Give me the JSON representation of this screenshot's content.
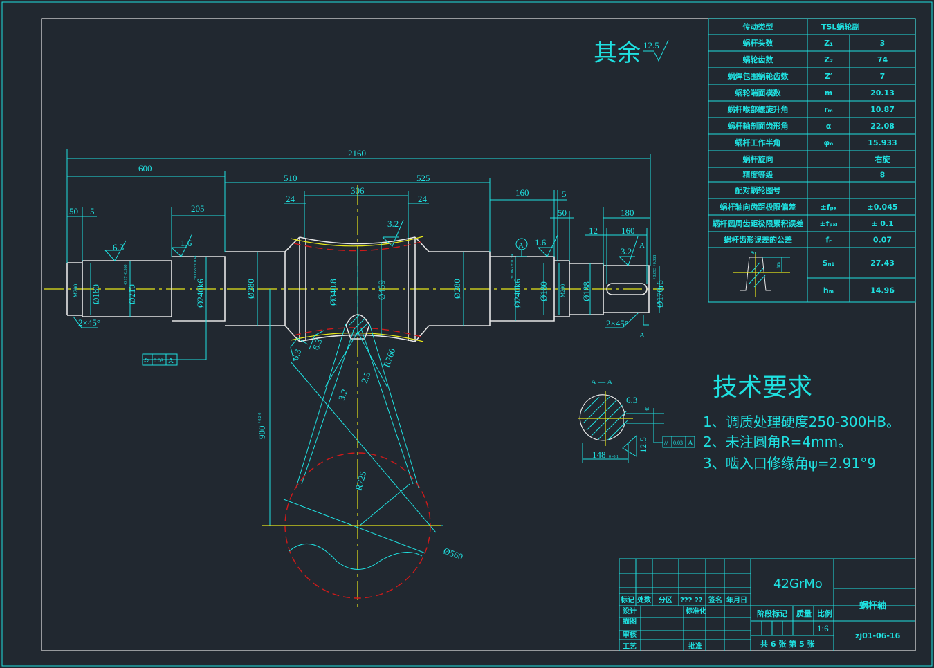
{
  "surface_note": {
    "label": "其余",
    "roughness": "12.5"
  },
  "param_table": {
    "rows": [
      {
        "name": "传动类型",
        "symbol": "",
        "value": "TSL蜗轮副"
      },
      {
        "name": "蜗杆头数",
        "symbol": "Z₁",
        "value": "3"
      },
      {
        "name": "蜗轮齿数",
        "symbol": "Z₂",
        "value": "74"
      },
      {
        "name": "蜗焊包围蜗轮齿数",
        "symbol": "Z′",
        "value": "7"
      },
      {
        "name": "蜗轮端面模数",
        "symbol": "m",
        "value": "20.13"
      },
      {
        "name": "蜗杆喉部螺旋升角",
        "symbol": "rₘ",
        "value": "10.87"
      },
      {
        "name": "蜗杆轴剖面齿形角",
        "symbol": "α",
        "value": "22.08"
      },
      {
        "name": "蜗杆工作半角",
        "symbol": "φₒ",
        "value": "15.933"
      },
      {
        "name": "蜗杆旋向",
        "symbol": "",
        "value": "右旋"
      },
      {
        "name": "精度等级",
        "symbol": "",
        "value": "8"
      },
      {
        "name": "配对蜗轮图号",
        "symbol": "",
        "value": ""
      },
      {
        "name": "蜗杆轴向齿距极限偏差",
        "symbol": "±fₚₓ",
        "value": "±0.045"
      },
      {
        "name": "蜗杆圆周齿距极限累积误差",
        "symbol": "±fₚₓₗ",
        "value": "± 0.1"
      },
      {
        "name": "蜗杆齿形误差的公差",
        "symbol": "fᵣ",
        "value": "0.07"
      },
      {
        "name": "",
        "symbol": "Sₙ₁",
        "value": "27.43"
      },
      {
        "name": "",
        "symbol": "hₘ",
        "value": "14.96"
      }
    ],
    "profile_labels": {
      "width": "Sn",
      "height": "hm"
    }
  },
  "dimensions": {
    "overall": "2160",
    "left_len": "600",
    "mid_left": "510",
    "mid_right": "525",
    "throat": "306",
    "step_left": "24",
    "step_right": "24",
    "bearing_len": "205",
    "end_50": "50",
    "end_5": "5",
    "right_160": "160",
    "right_5": "5",
    "right_50": "50",
    "key_180": "180",
    "key_12": "12",
    "key_160": "160",
    "d180_left": "Ø180",
    "d210": "Ø210",
    "d210_tol": "-0.17 -0.360",
    "d240": "Ø240k6",
    "d240_tol": "+0.063 +0.034",
    "d280_left": "Ø280",
    "d340": "Ø340.8",
    "d459": "Ø459",
    "d280_right": "Ø280",
    "d240_right": "Ø240k6",
    "d180_right": "Ø180",
    "d188": "Ø188",
    "d170": "Ø170r6",
    "d170_tol": "+0.093 +0.068",
    "d200_left": "M200",
    "d200_right": "M200",
    "chamfer_left": "2×45°",
    "chamfer_right": "2×45°",
    "center_dist": "900",
    "center_dist_tol": "+0.2 0",
    "r760": "R760",
    "r725": "R725",
    "d560": "Ø560",
    "angle_label": "2.5"
  },
  "roughness": {
    "r1": "6.3",
    "r2": "1.6",
    "r3": "3.2",
    "r4": "1.6",
    "r5": "3.2",
    "r6": "6.3",
    "r7": "6.3",
    "r8": "3.2"
  },
  "datum": {
    "label": "A",
    "section_mark": "A"
  },
  "tolerance_frame": {
    "symbol": "⌭",
    "value": "0.03",
    "datum": "A"
  },
  "section": {
    "title": "A — A",
    "width_dim": "148",
    "width_tol": "0 -0.1",
    "depth_dim": "40",
    "roughness": "6.3",
    "roughness2": "12.5",
    "parallel": {
      "symbol": "//",
      "value": "0.03",
      "datum": "A"
    }
  },
  "tech_requirements": {
    "title": "技术要求",
    "items": [
      "1、调质处理硬度250-300HB。",
      "2、未注圆角R=4mm。",
      "3、啮入口修缘角ψ=2.91°9"
    ]
  },
  "title_block": {
    "material": "42GrMo",
    "part_name": "蜗杆轴",
    "drawing_no": "zj01-06-16",
    "scale_label": "比例",
    "scale": "1:6",
    "mass_label": "质量",
    "stage_label": "阶段标记",
    "sheets": "共 6 张  第 5 张",
    "headers": [
      "标记",
      "处数",
      "分区",
      "??? ??",
      "签名",
      "年月日"
    ],
    "roles": [
      "设计",
      "描图",
      "审核",
      "工艺"
    ],
    "standardize": "标准化",
    "approve": "批准"
  }
}
